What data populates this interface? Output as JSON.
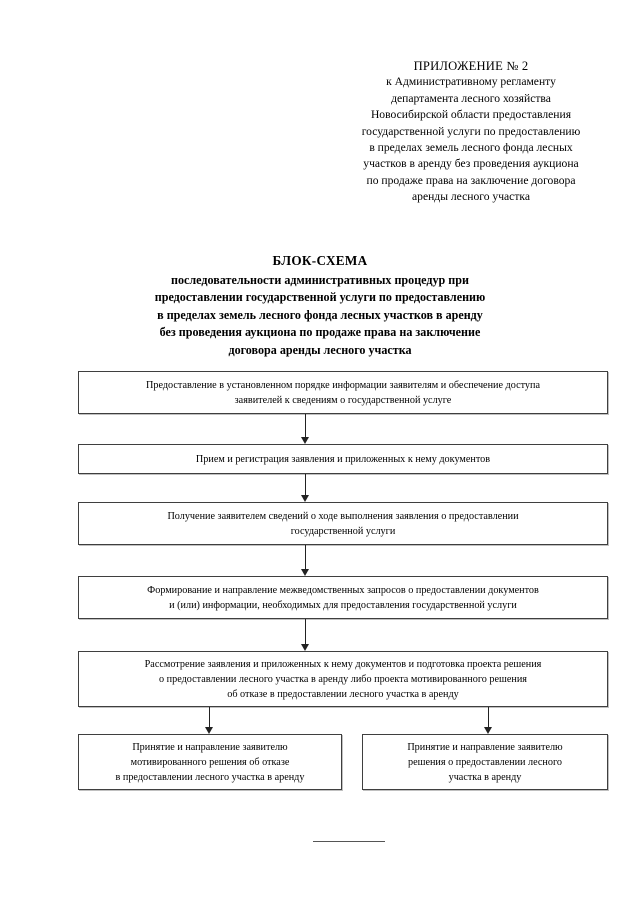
{
  "document": {
    "header": {
      "lines": [
        "ПРИЛОЖЕНИЕ № 2",
        "к Административному регламенту",
        "департамента лесного хозяйства",
        "Новосибирской области предоставления",
        "государственной услуги по предоставлению",
        "в пределах земель лесного фонда лесных",
        "участков в аренду без проведения аукциона",
        "по продаже права на заключение договора",
        "аренды лесного участка"
      ]
    },
    "title": {
      "main": "БЛОК-СХЕМА",
      "lines": [
        "последовательности административных процедур при",
        "предоставлении государственной услуги по предоставлению",
        "в пределах земель лесного фонда лесных участков в аренду",
        "без проведения аукциона по продаже права на заключение",
        "договора аренды лесного участка"
      ]
    },
    "flowchart": {
      "nodes": [
        {
          "id": "node-1",
          "name": "flow-node-information-provision",
          "lines": [
            "Предоставление в установленном порядке информации заявителям и обеспечение доступа",
            "заявителей к сведениям о государственной услуге"
          ]
        },
        {
          "id": "node-2",
          "name": "flow-node-application-registration",
          "lines": [
            "Прием и регистрация заявления и приложенных к нему документов"
          ]
        },
        {
          "id": "node-3",
          "name": "flow-node-status-inquiry",
          "lines": [
            "Получение заявителем сведений о ходе выполнения заявления о предоставлении",
            "государственной услуги"
          ]
        },
        {
          "id": "node-4",
          "name": "flow-node-interagency-requests",
          "lines": [
            "Формирование и направление межведомственных запросов о предоставлении документов",
            "и (или) информации, необходимых для предоставления государственной услуги"
          ]
        },
        {
          "id": "node-5",
          "name": "flow-node-review-and-draft-decision",
          "lines": [
            "Рассмотрение заявления и приложенных к нему документов и подготовка проекта решения",
            "о предоставлении лесного участка в аренду либо проекта мотивированного решения",
            "об отказе в предоставлении лесного участка в аренду"
          ]
        },
        {
          "id": "node-6",
          "name": "flow-node-refusal-decision",
          "lines": [
            "Принятие и направление заявителю",
            "мотивированного решения об отказе",
            "в предоставлении лесного участка в аренду"
          ]
        },
        {
          "id": "node-7",
          "name": "flow-node-approval-decision",
          "lines": [
            "Принятие и направление заявителю",
            "решения о предоставлении лесного",
            "участка в аренду"
          ]
        }
      ],
      "connectors": [
        {
          "name": "connector-node1-to-node2"
        },
        {
          "name": "connector-node2-to-node3"
        },
        {
          "name": "connector-node3-to-node4"
        },
        {
          "name": "connector-node4-to-node5"
        },
        {
          "name": "connector-node5-to-node6"
        },
        {
          "name": "connector-node5-to-node7"
        }
      ]
    },
    "footer": {
      "rule": "horizontal-divider"
    },
    "colors": {
      "text": "#000000",
      "border": "#3f3f3f",
      "connector": "#222222",
      "page_background": "#ffffff"
    }
  }
}
